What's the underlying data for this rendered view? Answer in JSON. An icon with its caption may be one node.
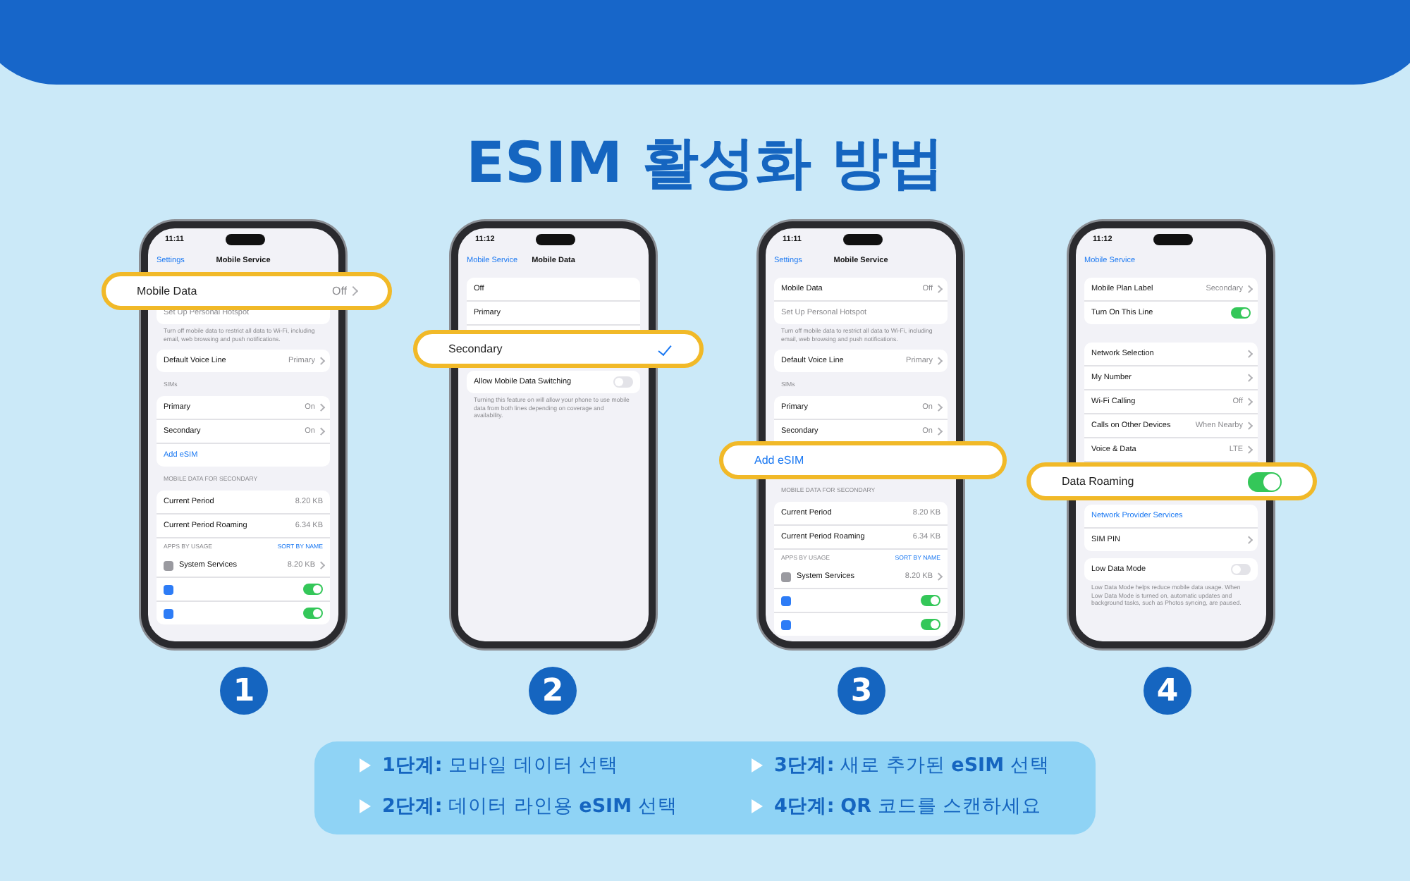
{
  "diagram": {
    "title": "ESIM 활성화 방법",
    "nodes": [
      {
        "text": [
          "11:11",
          "Settings",
          "Mobile Service",
          "Set Up Personal Hotspot",
          "Turn off mobile data to restrict all data to Wi-Fi, including email, web browsing and push notifications.",
          "Default Voice Line",
          "Primary",
          "SIMs",
          "Primary",
          "On",
          "Secondary",
          "On",
          "Add eSIM",
          "MOBILE DATA FOR SECONDARY",
          "Current Period",
          "8.20 KB",
          "Current Period Roaming",
          "6.34 KB",
          "APPS BY USAGE",
          "SORT BY NAME",
          "System Services",
          "8.20 KB"
        ]
      },
      {
        "text": [
          "Mobile Data",
          "Off"
        ]
      },
      {
        "text": [
          "11:12",
          "Mobile Service",
          "Mobile Data",
          "Off",
          "Primary",
          "Allow Mobile Data Switching",
          "Turning this feature on will allow your phone to use mobile data from both lines depending on coverage and availability."
        ]
      },
      {
        "text": [
          "Secondary"
        ]
      },
      {
        "text": [
          "11:11",
          "Settings",
          "Mobile Service",
          "Mobile Data",
          "Off",
          "Set Up Personal Hotspot",
          "Turn off mobile data to restrict all data to Wi-Fi, including email, web browsing and push notifications.",
          "Default Voice Line",
          "Primary",
          "SIMs",
          "Primary",
          "On",
          "Secondary",
          "On",
          "MOBILE DATA FOR SECONDARY",
          "Current Period",
          "8.20 KB",
          "Current Period Roaming",
          "6.34 KB",
          "APPS BY USAGE",
          "SORT BY NAME",
          "System Services",
          "8.20 KB"
        ]
      },
      {
        "text": [
          "Add eSIM"
        ]
      },
      {
        "text": [
          "11:12",
          "Mobile Service",
          "Mobile Plan Label",
          "Secondary",
          "Turn On This Line",
          "Network Selection",
          "My Number",
          "Wi-Fi Calling",
          "Off",
          "Calls on Other Devices",
          "When Nearby",
          "Voice & Data",
          "LTE",
          "Network Provider Services",
          "SIM PIN",
          "Low Data Mode",
          "Low Data Mode helps reduce mobile data usage. When Low Data Mode is turned on, automatic updates and background tasks, such as Photos syncing, are paused."
        ]
      },
      {
        "text": [
          "Data Roaming"
        ]
      },
      {
        "text": [
          "1"
        ]
      },
      {
        "text": [
          "2"
        ]
      },
      {
        "text": [
          "3"
        ]
      },
      {
        "text": [
          "4"
        ]
      },
      {
        "text": [
          "**1단계:** 모바일 데이터 선택",
          "**3단계:** 새로 추가된 **eSIM** 선택",
          "**2단계:** 데이터 라인용 **eSIM** 선택",
          "**4단계:** **QR** 코드를 스캔하세요"
        ]
      }
    ]
  }
}
